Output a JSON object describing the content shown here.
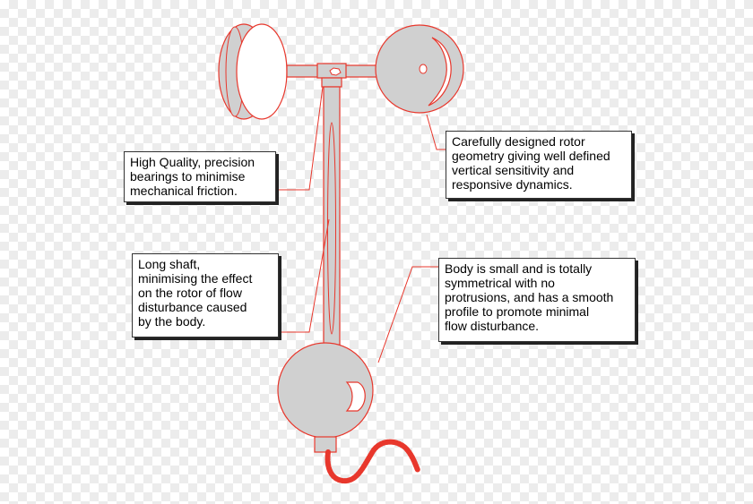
{
  "colors": {
    "outline": "#e8372c",
    "fill": "#d0d0d0",
    "light_fill": "#ffffff",
    "cable": "#e8372c"
  },
  "callouts": {
    "bearings": {
      "lines": [
        "High Quality, precision",
        "bearings to minimise",
        "mechanical friction."
      ]
    },
    "rotor": {
      "lines": [
        "Carefully designed rotor",
        "geometry giving well defined",
        "vertical sensitivity and",
        "responsive dynamics."
      ]
    },
    "shaft": {
      "lines": [
        "Long shaft,",
        "minimising the effect",
        "on the rotor of flow",
        "disturbance caused",
        "by the body."
      ]
    },
    "body": {
      "lines": [
        "Body is small and is totally",
        "symmetrical with no",
        "protrusions, and has a smooth",
        "profile to promote minimal",
        "flow disturbance."
      ]
    }
  }
}
